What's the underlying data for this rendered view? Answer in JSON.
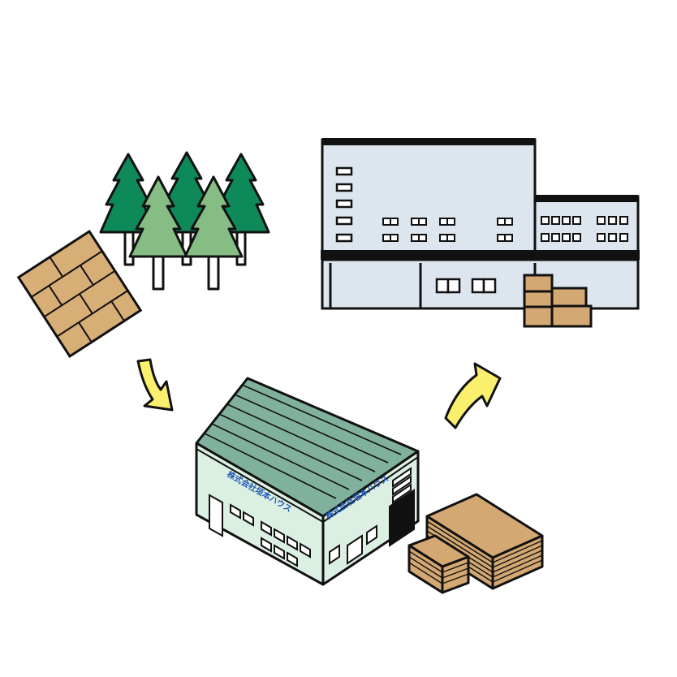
{
  "diagram": {
    "nodes": [
      {
        "id": "forest",
        "icon": "forest-icon"
      },
      {
        "id": "lumber",
        "icon": "lumber-board-icon"
      },
      {
        "id": "factory",
        "icon": "factory-building-icon"
      },
      {
        "id": "plywood",
        "icon": "plywood-stack-icon"
      },
      {
        "id": "warehouse",
        "icon": "warehouse-building-icon"
      },
      {
        "id": "boxes",
        "icon": "cardboard-boxes-icon"
      }
    ],
    "edges": [
      {
        "from": "lumber",
        "to": "factory",
        "icon": "arrow-down-icon"
      },
      {
        "from": "factory",
        "to": "warehouse",
        "icon": "arrow-up-icon"
      }
    ]
  },
  "factory": {
    "sign_front": "株式会社垣本ハウス",
    "sign_side": "株式会社垣本ハウス"
  },
  "colors": {
    "outline": "#111111",
    "tree_dark": "#0e8a5a",
    "tree_light": "#86bd84",
    "wood": "#d8ae77",
    "cardboard": "#d4a872",
    "arrow": "#fbef6e",
    "building_blue": "#dde6ee",
    "factory_roof": "#7fb19c",
    "factory_wall": "#dcefe3",
    "sign_text": "#1d58b3"
  }
}
